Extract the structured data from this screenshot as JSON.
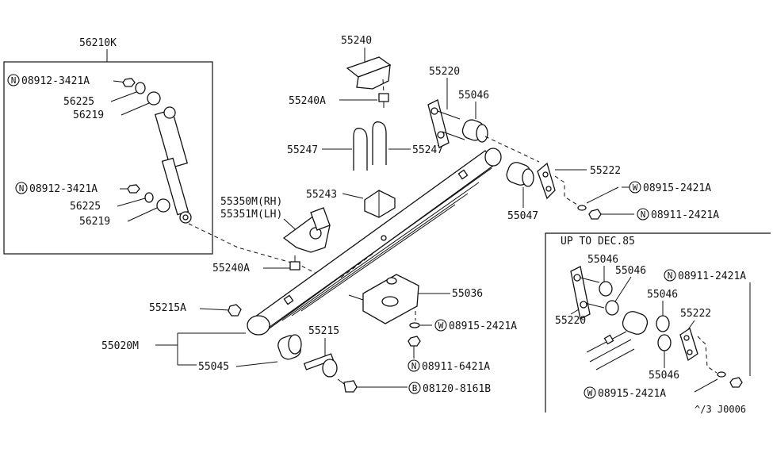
{
  "parts": {
    "p56210k": "56210K",
    "p08912a": "08912-3421A",
    "p56225a": "56225",
    "p56219a": "56219",
    "p08912b": "08912-3421A",
    "p56225b": "56225",
    "p56219b": "56219",
    "p55240": "55240",
    "p55240a_top": "55240A",
    "p55247_l": "55247",
    "p55247_r": "55247",
    "p55243": "55243",
    "p55350m": "55350M(RH)",
    "p55351m": "55351M(LH)",
    "p55240a_mid": "55240A",
    "p55215a": "55215A",
    "p55020m": "55020M",
    "p55045": "55045",
    "p55215": "55215",
    "p08120": "08120-8161B",
    "p55036": "55036",
    "p08915_mid": "08915-2421A",
    "p08911_mid": "08911-6421A",
    "p55220": "55220",
    "p55046": "55046",
    "p55222": "55222",
    "p55047": "55047",
    "p08915_right": "08915-2421A",
    "p08911_right": "08911-2421A"
  },
  "inset": {
    "title": "UP TO DEC.85",
    "p55046_a": "55046",
    "p55046_b": "55046",
    "p08911": "08911-2421A",
    "p55046_c": "55046",
    "p55222": "55222",
    "p55220": "55220",
    "p55046_d": "55046",
    "p08915": "08915-2421A"
  },
  "badges": {
    "n": "N",
    "w": "W",
    "b": "B"
  },
  "footer_code": "^/3 J0006"
}
